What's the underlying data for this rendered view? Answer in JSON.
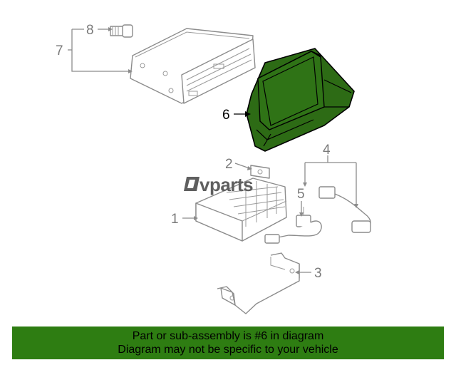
{
  "callouts": {
    "c1": "1",
    "c2": "2",
    "c3": "3",
    "c4": "4",
    "c5": "5",
    "c6": "6",
    "c7": "7",
    "c8": "8"
  },
  "watermark": {
    "brand": "vparts",
    "logo_icon": "lv-logo-icon"
  },
  "banner": {
    "line1": "Part or sub-assembly is #6 in diagram",
    "line2": "Diagram may not be specific to your vehicle"
  },
  "colors": {
    "highlight_fill": "#2d6b15",
    "banner_background": "#2e7d12",
    "line_art": "#8c8c8c"
  },
  "highlighted_part": "6"
}
